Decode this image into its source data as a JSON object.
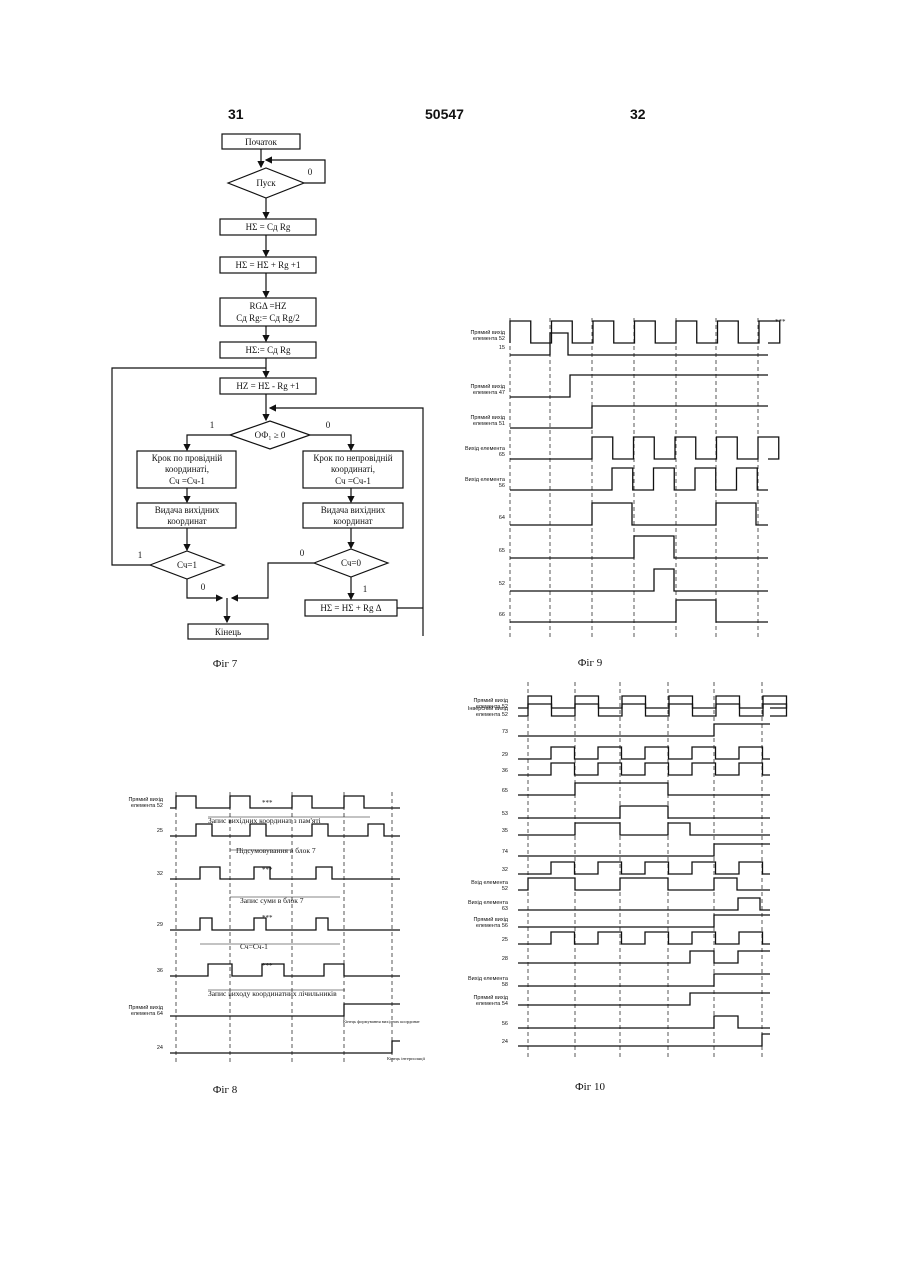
{
  "header": {
    "page_left": "31",
    "patent_number": "50547",
    "page_right": "32"
  },
  "fig7": {
    "caption": "Фіг 7",
    "start": "Початок",
    "launch": "Пуск",
    "launch_no": "0",
    "box1": "НΣ = Сд Rg",
    "box2": "НΣ = НΣ + Rg +1",
    "box3_l1": "RGΔ =HZ",
    "box3_l2": "Сд Rg:= Сд Rg/2",
    "box4": "НΣ:= Сд Rg",
    "box5": "HZ = НΣ - Rg +1",
    "cond": "ОФ₁ ≥ 0",
    "cond_yes": "1",
    "cond_no": "0",
    "left_step_l1": "Крок по провідній",
    "left_step_l2": "координаті,",
    "left_step_l3": "Сч =Сч-1",
    "right_step_l1": "Крок по непровідній",
    "right_step_l2": "координаті,",
    "right_step_l3": "Сч =Сч-1",
    "out_l1": "Видача вихідних",
    "out_l2": "координат",
    "c1": "Сч=1",
    "c1_yes": "1",
    "c1_no": "0",
    "c2": "Сч=0",
    "c2_no": "0",
    "c2_yes": "1",
    "box_final": "НΣ = НΣ + Rg Δ",
    "end": "Кінець"
  },
  "fig8": {
    "caption": "Фіг 8",
    "signals": [
      "Прямий вихід елемента 52",
      "25",
      "32",
      "29",
      "36",
      "Прямий вихід елемента 64",
      "24"
    ],
    "annotations": {
      "write_output": "Запис вихідних координат з пам'яті",
      "presum": "Підсумовування в блок 7",
      "write_sum": "Запис суми в блок 7",
      "counter": "Сч=Сч-1",
      "increase": "Запис виходу координатних лічильників",
      "end_forming": "Кінець формування вихідних координат",
      "end_interp": "Кінець інтерполяції"
    },
    "dots": "***"
  },
  "fig9": {
    "caption": "Фіг 9",
    "signals": [
      "Прямий вихід елемента 52",
      "15",
      "Прямий вихід елемента 47",
      "Прямий вихід елемента 51",
      "Вихід елемента 65",
      "Вихід елемента 56",
      "64",
      "65",
      "52",
      "66"
    ],
    "dots": "***"
  },
  "fig10": {
    "caption": "Фіг 10",
    "signals": [
      "Прямий вихід елемента 52",
      "Інверсний вихід елемента 52",
      "73",
      "29",
      "36",
      "65",
      "53",
      "35",
      "74",
      "32",
      "Вхід елемента 52",
      "Вихід елемента 63",
      "Прямий вихід елемента 56",
      "25",
      "28",
      "Вихід елемента 58",
      "Прямий вихід елемента 54",
      "56",
      "24"
    ]
  }
}
